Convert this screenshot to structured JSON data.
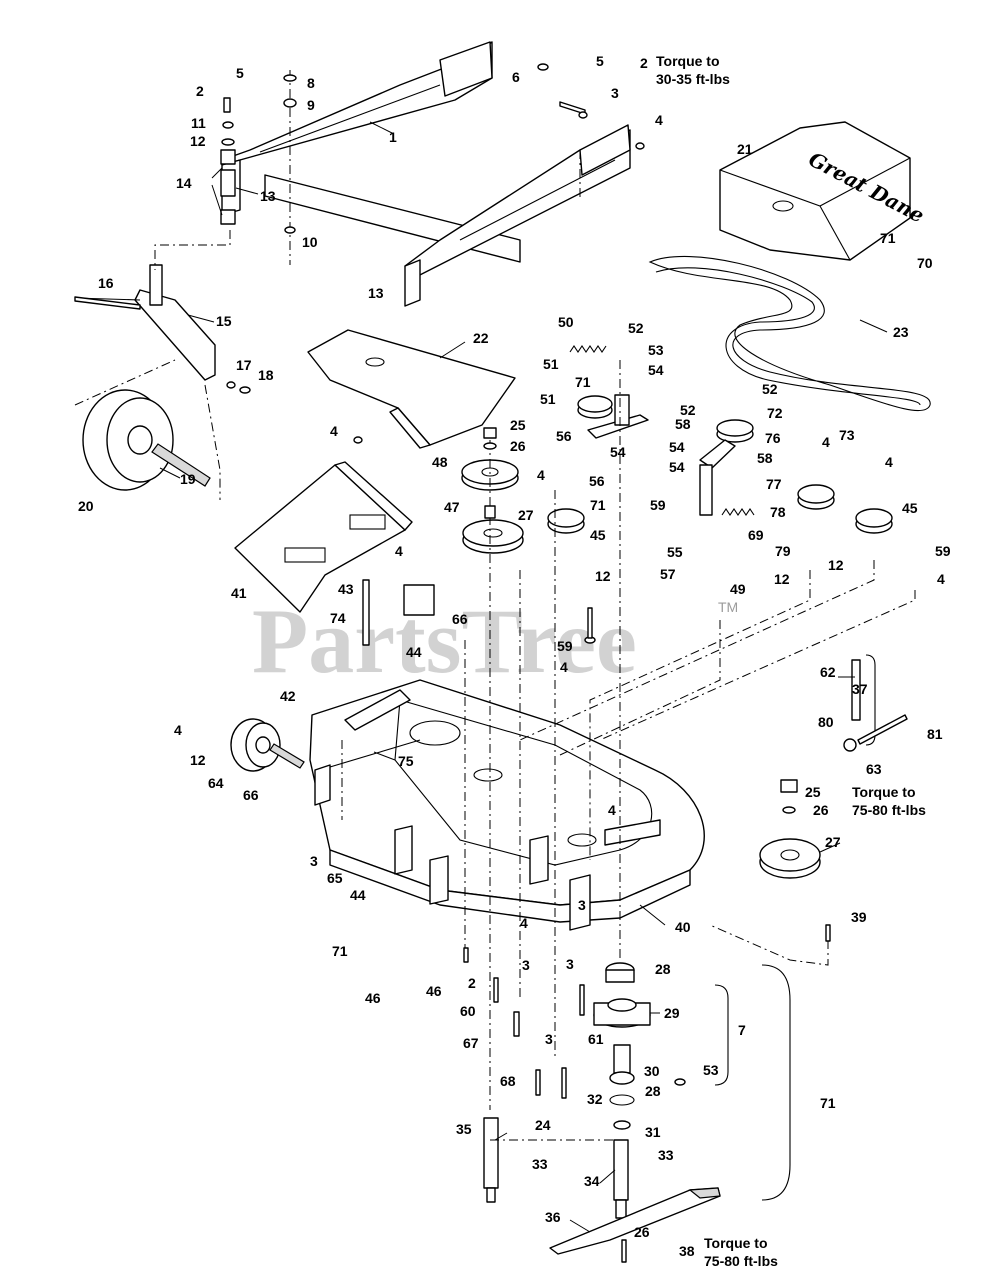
{
  "watermark": {
    "text": "PartsTree",
    "trademark": "TM"
  },
  "notes": [
    {
      "id": "torque-top",
      "lines": [
        "Torque to",
        "30-35 ft-lbs"
      ]
    },
    {
      "id": "torque-middle",
      "lines": [
        "Torque to",
        "75-80 ft-lbs"
      ]
    },
    {
      "id": "torque-bottom",
      "lines": [
        "Torque to",
        "75-80 ft-lbs"
      ]
    }
  ],
  "callouts": [
    "1",
    "2",
    "2",
    "2",
    "3",
    "3",
    "3",
    "3",
    "3",
    "3",
    "4",
    "4",
    "4",
    "4",
    "4",
    "4",
    "4",
    "4",
    "4",
    "4",
    "4",
    "5",
    "5",
    "6",
    "7",
    "8",
    "9",
    "10",
    "11",
    "12",
    "12",
    "12",
    "12",
    "12",
    "13",
    "13",
    "14",
    "15",
    "16",
    "17",
    "18",
    "19",
    "20",
    "21",
    "22",
    "23",
    "24",
    "25",
    "25",
    "26",
    "26",
    "26",
    "27",
    "27",
    "28",
    "28",
    "29",
    "30",
    "31",
    "32",
    "33",
    "33",
    "34",
    "35",
    "36",
    "37",
    "38",
    "39",
    "40",
    "41",
    "42",
    "43",
    "44",
    "44",
    "45",
    "45",
    "46",
    "46",
    "47",
    "48",
    "49",
    "50",
    "51",
    "51",
    "52",
    "52",
    "52",
    "53",
    "53",
    "54",
    "54",
    "54",
    "54",
    "55",
    "56",
    "56",
    "57",
    "58",
    "58",
    "59",
    "59",
    "59",
    "60",
    "61",
    "62",
    "63",
    "64",
    "65",
    "66",
    "66",
    "67",
    "68",
    "69",
    "70",
    "71",
    "71",
    "71",
    "71",
    "71",
    "72",
    "73",
    "74",
    "75",
    "76",
    "77",
    "78",
    "79",
    "80",
    "81"
  ],
  "colors": {
    "line": "#000000",
    "watermark": "#9c9c9c",
    "shade": "#d9d9d9"
  }
}
